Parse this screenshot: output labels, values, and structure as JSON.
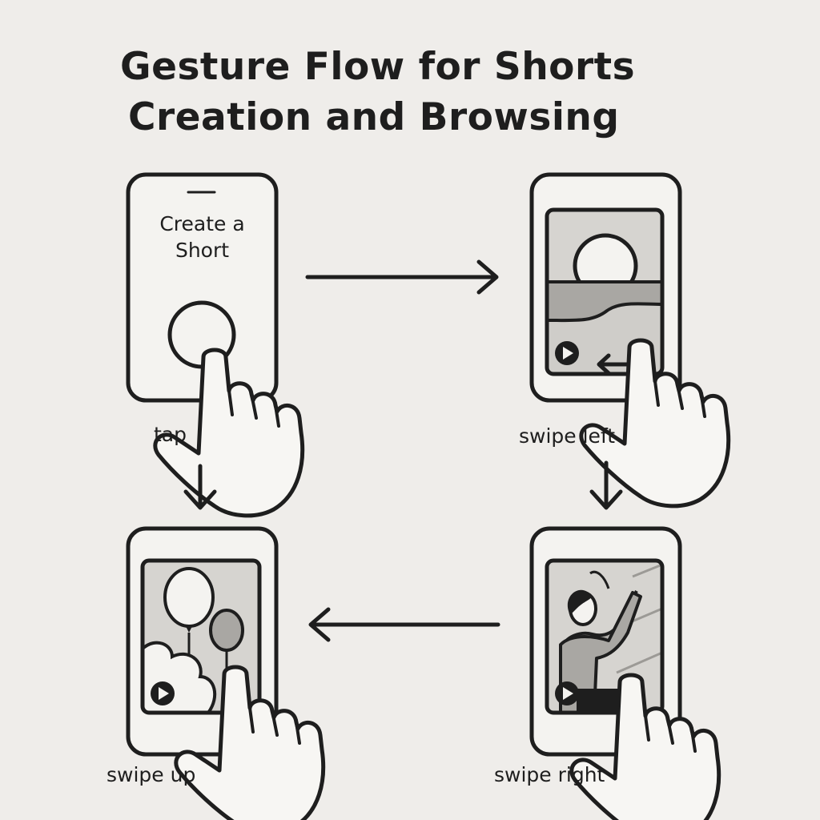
{
  "title": {
    "line1": "Gesture Flow for Shorts",
    "line2": "Creation and Browsing"
  },
  "steps": {
    "tap": {
      "label": "tap",
      "screen_text_line1": "Create a",
      "screen_text_line2": "Short"
    },
    "swipe_left": {
      "label": "swipe left"
    },
    "swipe_right": {
      "label": "swipe right"
    },
    "swipe_up": {
      "label": "swipe up"
    }
  },
  "icons": [
    "phone-icon",
    "hand-pointer-icon",
    "play-icon",
    "arrow-right-icon",
    "arrow-down-icon",
    "arrow-left-icon",
    "sun-icon",
    "balloon-icon",
    "person-icon"
  ],
  "colors": {
    "background": "#efedea",
    "ink": "#1e1e1e",
    "screen_light": "#d6d4d0",
    "screen_mid": "#a9a7a3"
  }
}
